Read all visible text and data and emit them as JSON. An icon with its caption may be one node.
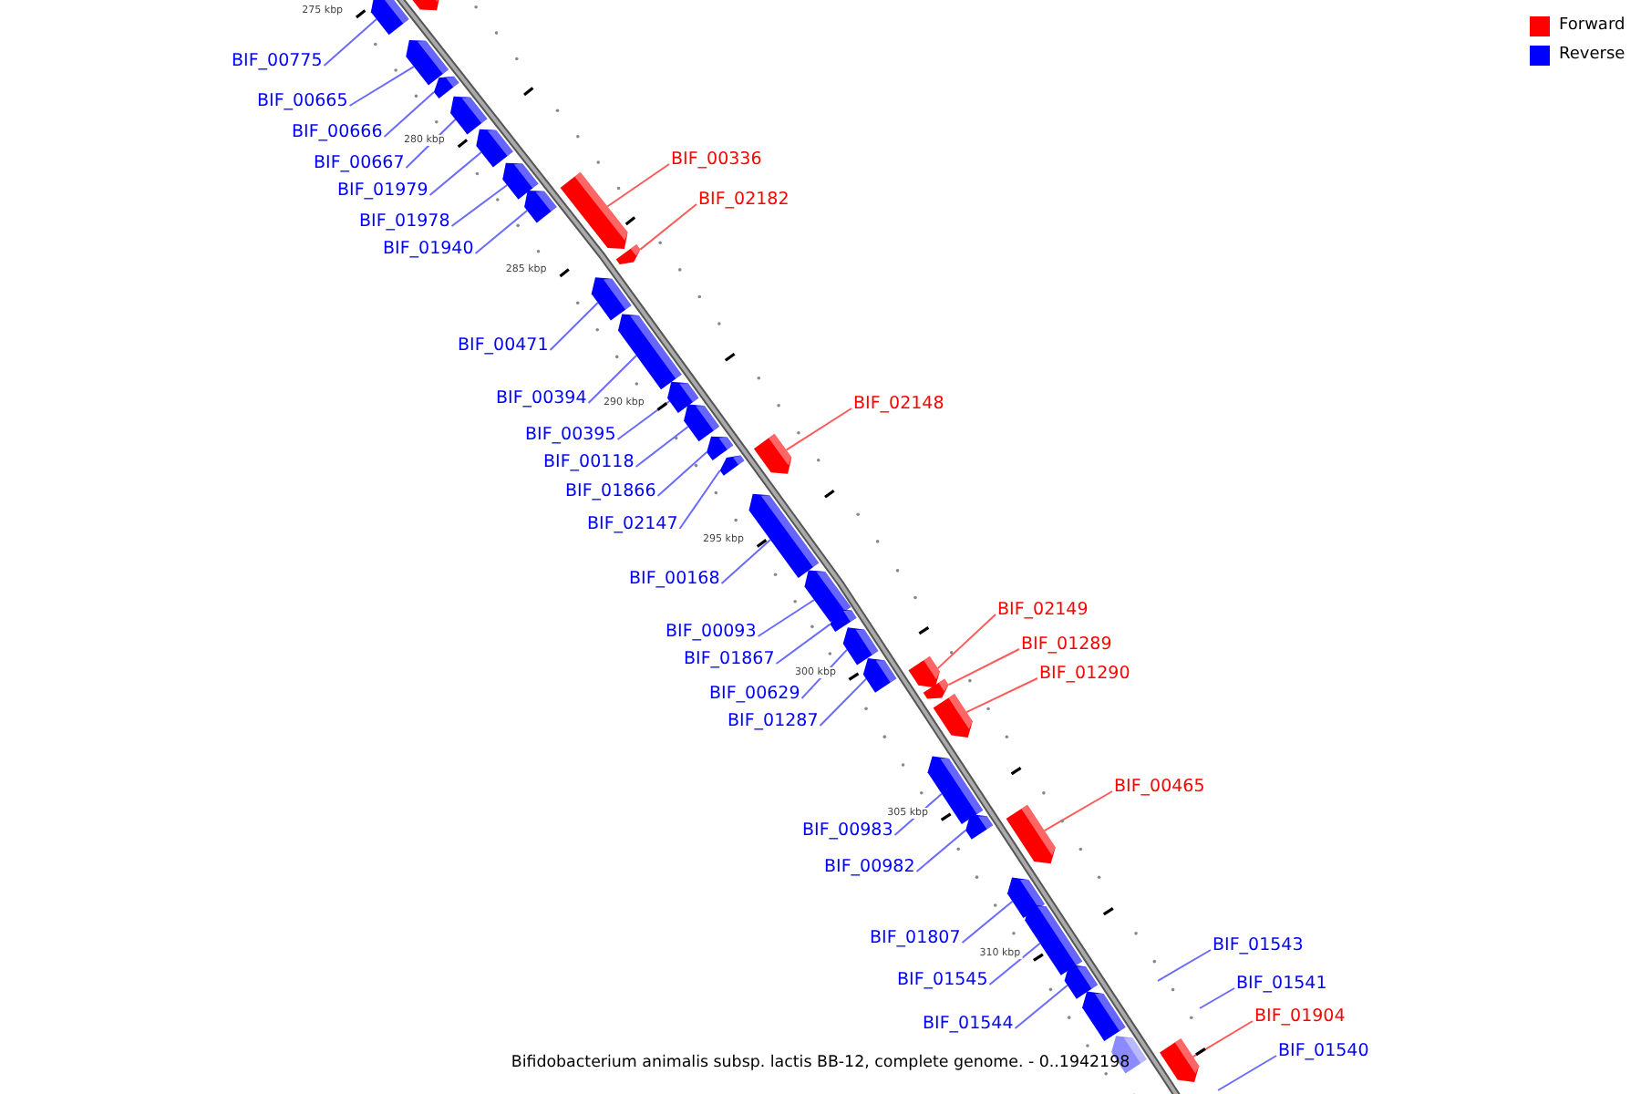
{
  "diagram": {
    "caption": "Bifidobacterium animalis subsp. lactis BB-12, complete genome. - 0..1942198",
    "nodes": [
      {
        "text": [
          "BIF_00775"
        ]
      },
      {
        "text": [
          "BIF_00665"
        ]
      },
      {
        "text": [
          "BIF_00666"
        ]
      },
      {
        "text": [
          "BIF_00336"
        ]
      },
      {
        "text": [
          "BIF_00667"
        ]
      },
      {
        "text": [
          "BIF_01979"
        ]
      },
      {
        "text": [
          "BIF_02182"
        ]
      },
      {
        "text": [
          "BIF_01978"
        ]
      },
      {
        "text": [
          "BIF_01940"
        ]
      },
      {
        "text": [
          "BIF_00471"
        ]
      },
      {
        "text": [
          "BIF_00394"
        ]
      },
      {
        "text": [
          "BIF_02148"
        ]
      },
      {
        "text": [
          "BIF_00395"
        ]
      },
      {
        "text": [
          "BIF_00118"
        ]
      },
      {
        "text": [
          "BIF_01866"
        ]
      },
      {
        "text": [
          "BIF_02147"
        ]
      },
      {
        "text": [
          "BIF_00168"
        ]
      },
      {
        "text": [
          "BIF_02149"
        ]
      },
      {
        "text": [
          "BIF_00093"
        ]
      },
      {
        "text": [
          "BIF_01289"
        ]
      },
      {
        "text": [
          "BIF_01867"
        ]
      },
      {
        "text": [
          "BIF_01290"
        ]
      },
      {
        "text": [
          "BIF_00629"
        ]
      },
      {
        "text": [
          "BIF_01287"
        ]
      },
      {
        "text": [
          "BIF_00465"
        ]
      },
      {
        "text": [
          "BIF_00983"
        ]
      },
      {
        "text": [
          "BIF_00982"
        ]
      },
      {
        "text": [
          "BIF_01807"
        ]
      },
      {
        "text": [
          "BIF_01543"
        ]
      },
      {
        "text": [
          "BIF_01545"
        ]
      },
      {
        "text": [
          "BIF_01541"
        ]
      },
      {
        "text": [
          "BIF_01904"
        ]
      },
      {
        "text": [
          "BIF_01544"
        ]
      },
      {
        "text": [
          "BIF_01540"
        ]
      },
      {
        "text": [],
        "shape": "box"
      },
      {
        "text": [],
        "shape": "box"
      },
      {
        "text": [],
        "shape": "box"
      },
      {
        "text": [],
        "shape": "box"
      },
      {
        "text": [],
        "shape": "box"
      },
      {
        "text": [],
        "shape": "box"
      },
      {
        "text": [],
        "shape": "box"
      },
      {
        "text": [],
        "shape": "box"
      },
      {
        "text": [],
        "shape": "box"
      },
      {
        "text": [],
        "shape": "box"
      },
      {
        "text": [],
        "shape": "box"
      },
      {
        "text": [],
        "shape": "box"
      },
      {
        "text": [],
        "shape": "box"
      },
      {
        "text": [],
        "shape": "box"
      },
      {
        "text": [],
        "shape": "box"
      },
      {
        "text": [],
        "shape": "box"
      },
      {
        "text": [],
        "shape": "box"
      },
      {
        "text": [],
        "shape": "box"
      },
      {
        "text": [],
        "shape": "box"
      },
      {
        "text": [],
        "shape": "box"
      },
      {
        "text": [],
        "shape": "box"
      },
      {
        "text": [],
        "shape": "box"
      },
      {
        "text": [],
        "shape": "box"
      },
      {
        "text": [],
        "shape": "box"
      },
      {
        "text": [],
        "shape": "box"
      },
      {
        "text": [],
        "shape": "box"
      },
      {
        "text": [],
        "shape": "box"
      },
      {
        "text": [],
        "shape": "box"
      },
      {
        "text": [],
        "shape": "box"
      },
      {
        "text": [],
        "shape": "box"
      },
      {
        "text": [],
        "shape": "box"
      },
      {
        "text": [],
        "shape": "box"
      },
      {
        "text": [],
        "shape": "box"
      },
      {
        "text": [],
        "shape": "box"
      }
    ],
    "edges": [
      {
        "from": 0,
        "to": 34,
        "arrow": "none"
      },
      {
        "from": 1,
        "to": 36,
        "arrow": "none"
      },
      {
        "from": 2,
        "to": 37,
        "arrow": "none"
      },
      {
        "from": 3,
        "to": 42,
        "arrow": "none",
        "color": "#ff5a5a"
      },
      {
        "from": 4,
        "to": 38,
        "arrow": "none"
      },
      {
        "from": 5,
        "to": 39,
        "arrow": "none"
      },
      {
        "from": 6,
        "to": 43,
        "arrow": "none",
        "color": "#ff5a5a"
      },
      {
        "from": 7,
        "to": 40,
        "arrow": "none"
      },
      {
        "from": 8,
        "to": 41,
        "arrow": "none"
      },
      {
        "from": 9,
        "to": 44,
        "arrow": "none"
      },
      {
        "from": 10,
        "to": 45,
        "arrow": "none"
      },
      {
        "from": 11,
        "to": 50,
        "arrow": "none",
        "color": "#ff5a5a"
      },
      {
        "from": 12,
        "to": 46,
        "arrow": "none"
      },
      {
        "from": 13,
        "to": 47,
        "arrow": "none"
      },
      {
        "from": 14,
        "to": 48,
        "arrow": "none"
      },
      {
        "from": 15,
        "to": 49,
        "arrow": "none"
      },
      {
        "from": 16,
        "to": 51,
        "arrow": "none"
      },
      {
        "from": 17,
        "to": 56,
        "arrow": "none",
        "color": "#ff5a5a"
      },
      {
        "from": 18,
        "to": 52,
        "arrow": "none"
      },
      {
        "from": 19,
        "to": 57,
        "arrow": "none",
        "color": "#ff5a5a"
      },
      {
        "from": 20,
        "to": 53,
        "arrow": "none"
      },
      {
        "from": 21,
        "to": 58,
        "arrow": "none",
        "color": "#ff5a5a"
      },
      {
        "from": 22,
        "to": 54,
        "arrow": "none"
      },
      {
        "from": 23,
        "to": 55,
        "arrow": "none"
      },
      {
        "from": 24,
        "to": 61,
        "arrow": "none",
        "color": "#ff5a5a"
      },
      {
        "from": 25,
        "to": 59,
        "arrow": "none"
      },
      {
        "from": 26,
        "to": 60,
        "arrow": "none"
      },
      {
        "from": 27,
        "to": 62,
        "arrow": "none"
      },
      {
        "from": 28,
        "to": null,
        "arrow": "none"
      },
      {
        "from": 29,
        "to": 63,
        "arrow": "none"
      },
      {
        "from": 30,
        "to": null,
        "arrow": "none"
      },
      {
        "from": 31,
        "to": 67,
        "arrow": "none",
        "color": "#ff5a5a"
      },
      {
        "from": 32,
        "to": 64,
        "arrow": "none"
      },
      {
        "from": 33,
        "to": null,
        "arrow": "none"
      }
    ],
    "labels": [
      "275 kbp",
      "280 kbp",
      "285 kbp",
      "290 kbp",
      "295 kbp",
      "300 kbp",
      "305 kbp",
      "310 kbp"
    ],
    "legend": [
      {
        "text": "Forward",
        "color": "#ff0000"
      },
      {
        "text": "Reverse",
        "color": "#0000ff"
      }
    ]
  }
}
